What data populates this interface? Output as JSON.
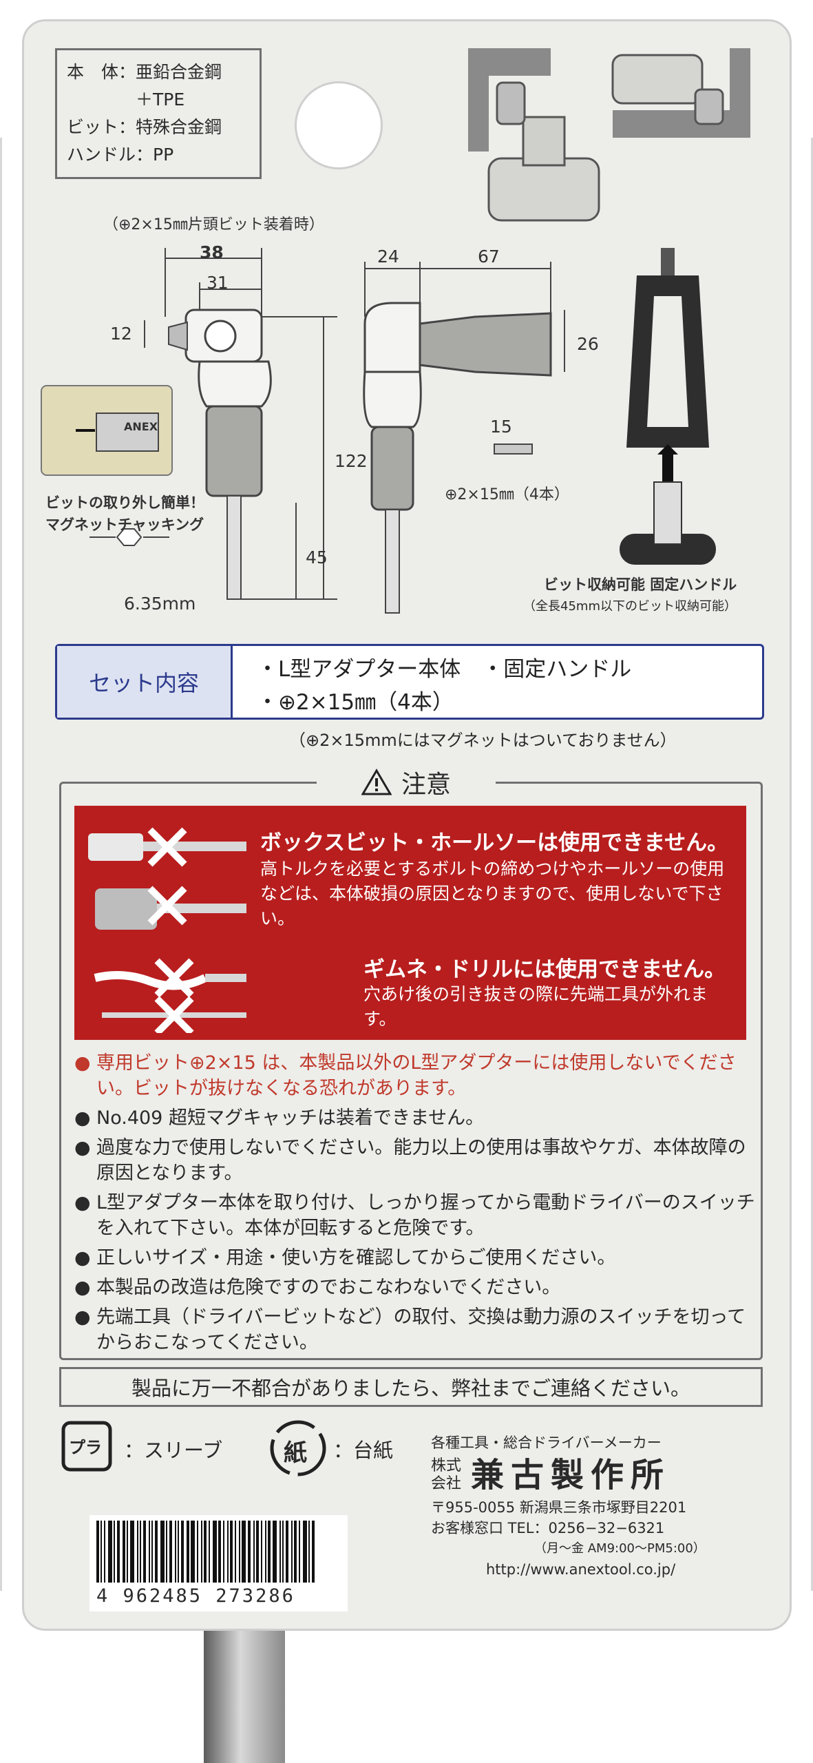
{
  "materials": [
    "本　体：亜鉛合金鋼",
    "　　　　＋TPE",
    "ビット：特殊合金鋼",
    "ハンドル：PP"
  ],
  "diagram": {
    "note_top": "（⊕2×15㎜片頭ビット装着時）",
    "dims": {
      "d38": "38",
      "d31": "31",
      "d12": "12",
      "d122": "122",
      "d45": "45",
      "d24": "24",
      "d67": "67",
      "d26": "26",
      "d15": "15"
    },
    "hex_size": "6.35mm",
    "bit_count": "⊕2×15㎜（4本）",
    "magnet_caption_1": "ビットの取り外し簡単！",
    "magnet_caption_2": "マグネットチャッキング",
    "anex_label": "ANEX",
    "handle_caption": "ビット収納可能 固定ハンドル",
    "handle_sub": "（全長45mm以下のビット収納可能）"
  },
  "set": {
    "header": "セット内容",
    "row1": "・L型アダプター本体　・固定ハンドル",
    "row2": "・⊕2×15㎜（4本）",
    "note": "（⊕2×15mmにはマグネットはついておりません）"
  },
  "caution": {
    "title": "注意",
    "warn1_head": "ボックスビット・ホールソーは使用できません。",
    "warn1_body": "高トルクを必要とするボルトの締めつけやホールソーの使用などは、本体破損の原因となりますので、使用しないで下さい。",
    "warn2_head": "ギムネ・ドリルには使用できません。",
    "warn2_body": "穴あけ後の引き抜きの際に先端工具が外れます。",
    "notes": [
      "専用ビット⊕2×15 は、本製品以外のL型アダプターには使用しないでください。ビットが抜けなくなる恐れがあります。",
      "No.409 超短マグキャッチは装着できません。",
      "過度な力で使用しないでください。能力以上の使用は事故やケガ、本体故障の原因となります。",
      "L型アダプター本体を取り付け、しっかり握ってから電動ドライバーのスイッチを入れて下さい。本体が回転すると危険です。",
      "正しいサイズ・用途・使い方を確認してからご使用ください。",
      "本製品の改造は危険ですのでおこなわないでください。",
      "先端工具（ドライバービットなど）の取付、交換は動力源のスイッチを切ってからおこなってください。"
    ],
    "bullet": "●"
  },
  "contact": "製品に万一不都合がありましたら、弊社までご連絡ください。",
  "recycle": {
    "pla_mark": "プラ",
    "pla_label": "：スリーブ",
    "paper_mark": "紙",
    "paper_label": "：台紙"
  },
  "company": {
    "tagline": "各種工具・総合ドライバーメーカー",
    "kabushiki": "株式",
    "kaisha": "会社",
    "name": "兼古製作所",
    "address": "〒955-0055 新潟県三条市塚野目2201",
    "tel": "お客様窓口 TEL：0256−32−6321",
    "hours": "（月〜金 AM9:00〜PM5:00）",
    "url": "http://www.anextool.co.jp/"
  },
  "barcode": "4 962485 273286",
  "colors": {
    "caution_red": "#b81e1e",
    "set_blue": "#2b3a8c",
    "card": "#ededea"
  }
}
